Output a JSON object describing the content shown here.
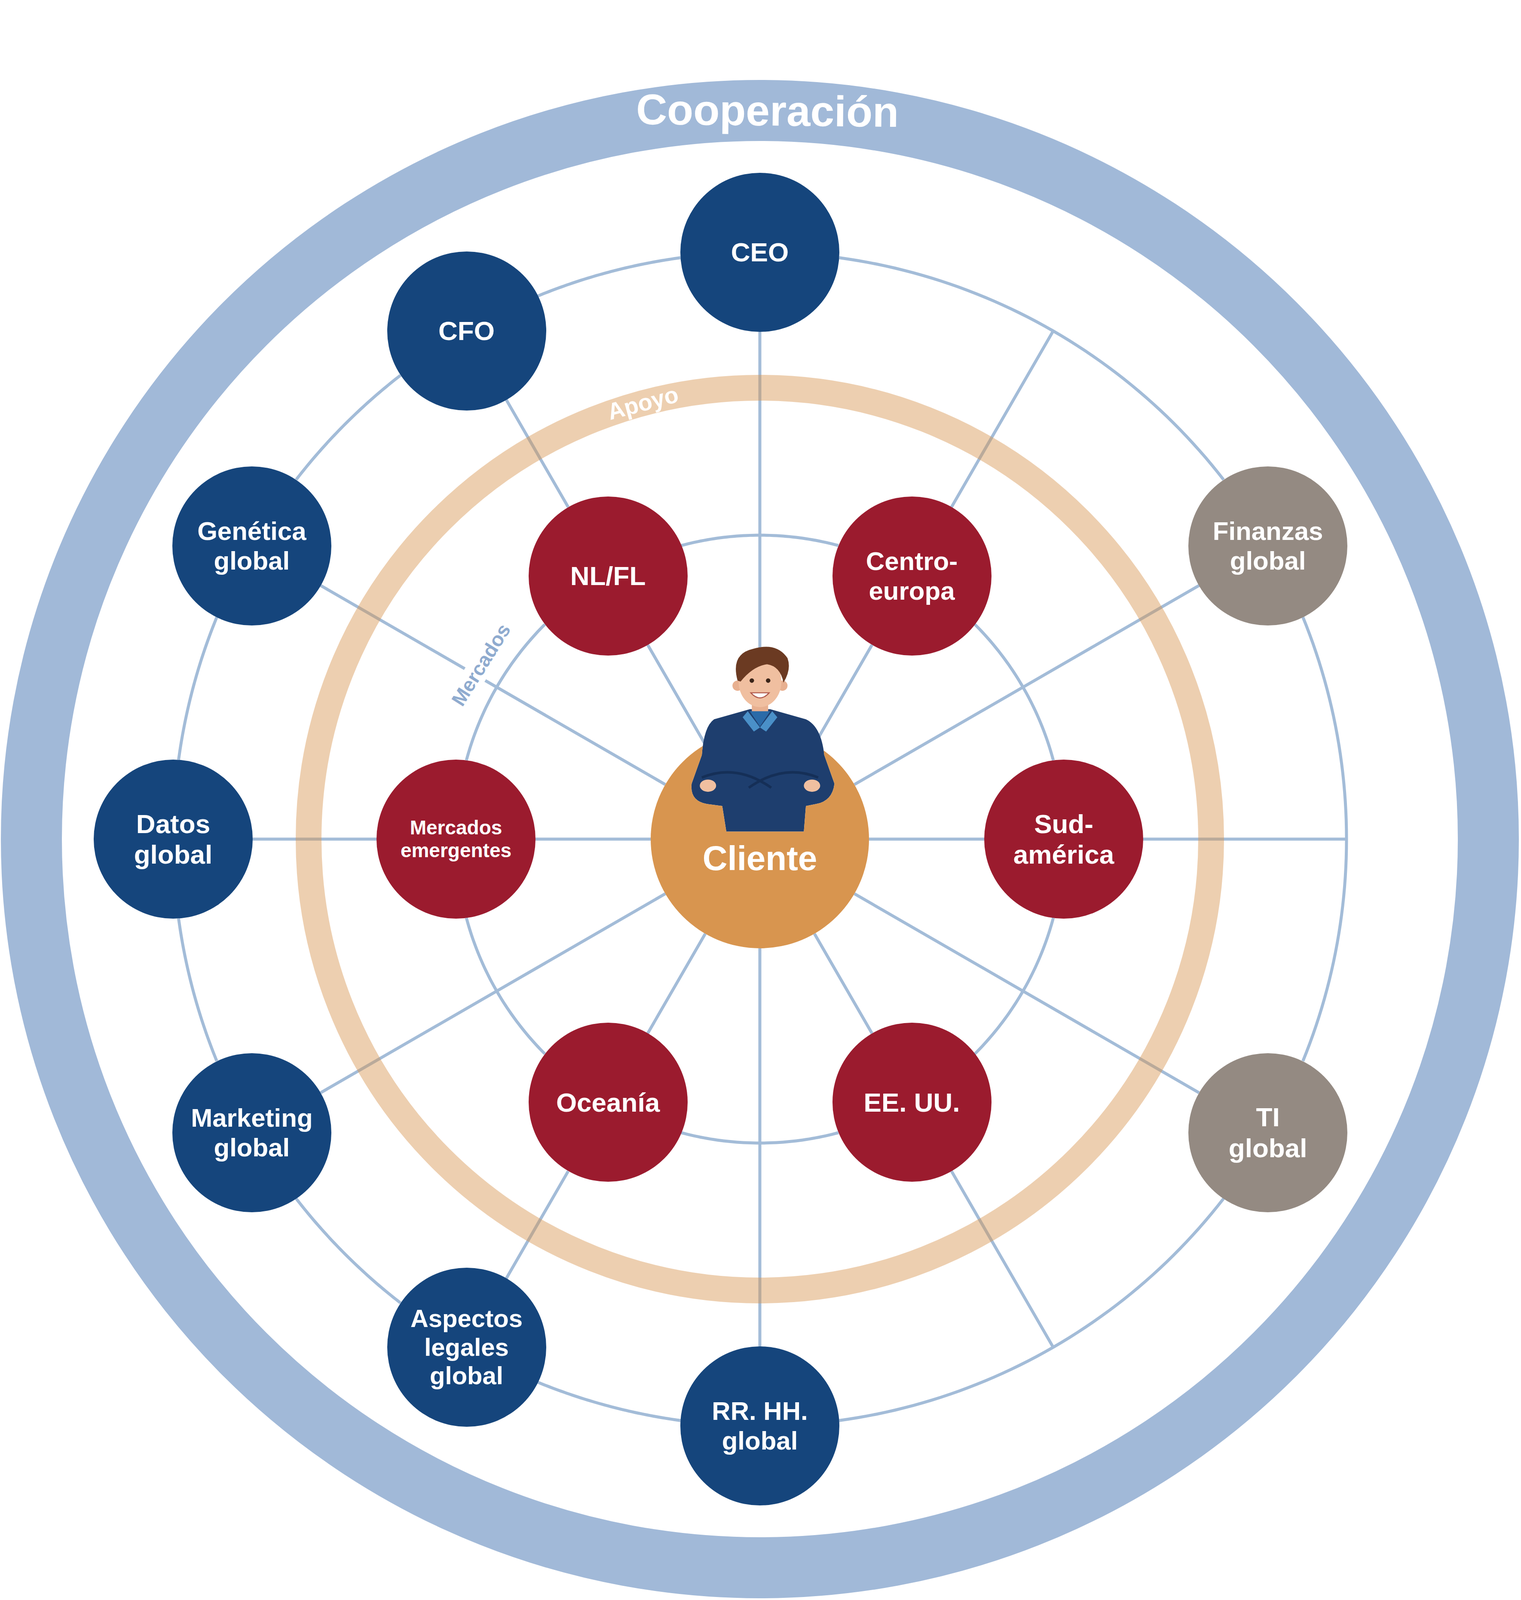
{
  "diagram": {
    "nodes": [
      {
        "text": [
          "Cooperación"
        ]
      },
      {
        "text": [
          "CEO"
        ],
        "in": 0
      },
      {
        "text": [
          "CFO"
        ],
        "in": 0
      },
      {
        "text": [
          "Genética global"
        ],
        "in": 0
      },
      {
        "text": [
          "Datos global"
        ],
        "in": 0
      },
      {
        "text": [
          "Marketing global"
        ],
        "in": 0
      },
      {
        "text": [
          "Aspectos legales global"
        ],
        "in": 0
      },
      {
        "text": [
          "RR. HH. global"
        ],
        "in": 0
      },
      {
        "text": [
          "TI global"
        ],
        "in": 0
      },
      {
        "text": [
          "Finanzas global"
        ],
        "in": 0
      },
      {
        "text": [
          "Apoyo"
        ],
        "in": 0
      },
      {
        "text": [
          "NL/FL"
        ],
        "in": 10
      },
      {
        "text": [
          "Centro- europa"
        ],
        "in": 10
      },
      {
        "text": [
          "Sud- américa"
        ],
        "in": 10
      },
      {
        "text": [
          "EE. UU."
        ],
        "in": 10
      },
      {
        "text": [
          "Oceanía"
        ],
        "in": 10
      },
      {
        "text": [
          "Mercados emergentes"
        ],
        "in": 10
      },
      {
        "text": [
          "Cliente"
        ],
        "in": 10
      }
    ],
    "edges": [
      {
        "from": 1,
        "to": 17,
        "arrow": "none"
      },
      {
        "from": 2,
        "to": 11,
        "arrow": "none"
      },
      {
        "from": 3,
        "to": 17,
        "arrow": "none"
      },
      {
        "from": 4,
        "to": 16,
        "arrow": "none"
      },
      {
        "from": 5,
        "to": 17,
        "arrow": "none"
      },
      {
        "from": 6,
        "to": 15,
        "arrow": "none"
      },
      {
        "from": 7,
        "to": 17,
        "arrow": "none"
      },
      {
        "from": 8,
        "to": 17,
        "arrow": "none"
      },
      {
        "from": 9,
        "to": 17,
        "arrow": "none"
      },
      {
        "from": 11,
        "to": 17,
        "arrow": "none"
      },
      {
        "from": 12,
        "to": 17,
        "arrow": "none"
      },
      {
        "from": 13,
        "to": 17,
        "arrow": "none"
      },
      {
        "from": 14,
        "to": 17,
        "arrow": "none"
      },
      {
        "from": 15,
        "to": 17,
        "arrow": "none"
      },
      {
        "from": 16,
        "to": 17,
        "arrow": "none"
      },
      {
        "from": 1,
        "to": 2,
        "arrow": "none"
      },
      {
        "from": 2,
        "to": 3,
        "arrow": "none"
      },
      {
        "from": 3,
        "to": 4,
        "arrow": "none"
      },
      {
        "from": 4,
        "to": 5,
        "arrow": "none"
      },
      {
        "from": 5,
        "to": 6,
        "arrow": "none"
      },
      {
        "from": 6,
        "to": 7,
        "arrow": "none"
      },
      {
        "from": 7,
        "to": 8,
        "arrow": "none"
      },
      {
        "from": 8,
        "to": 9,
        "arrow": "none"
      },
      {
        "from": 9,
        "to": 1,
        "arrow": "none"
      },
      {
        "from": 11,
        "to": 12,
        "arrow": "none"
      },
      {
        "from": 12,
        "to": 13,
        "arrow": "none"
      },
      {
        "from": 13,
        "to": 14,
        "arrow": "none"
      },
      {
        "from": 14,
        "to": 15,
        "arrow": "none"
      },
      {
        "from": 15,
        "to": 16,
        "arrow": "none"
      },
      {
        "from": 16,
        "to": 11,
        "arrow": "none"
      }
    ],
    "labels": [
      "Mercados"
    ]
  }
}
